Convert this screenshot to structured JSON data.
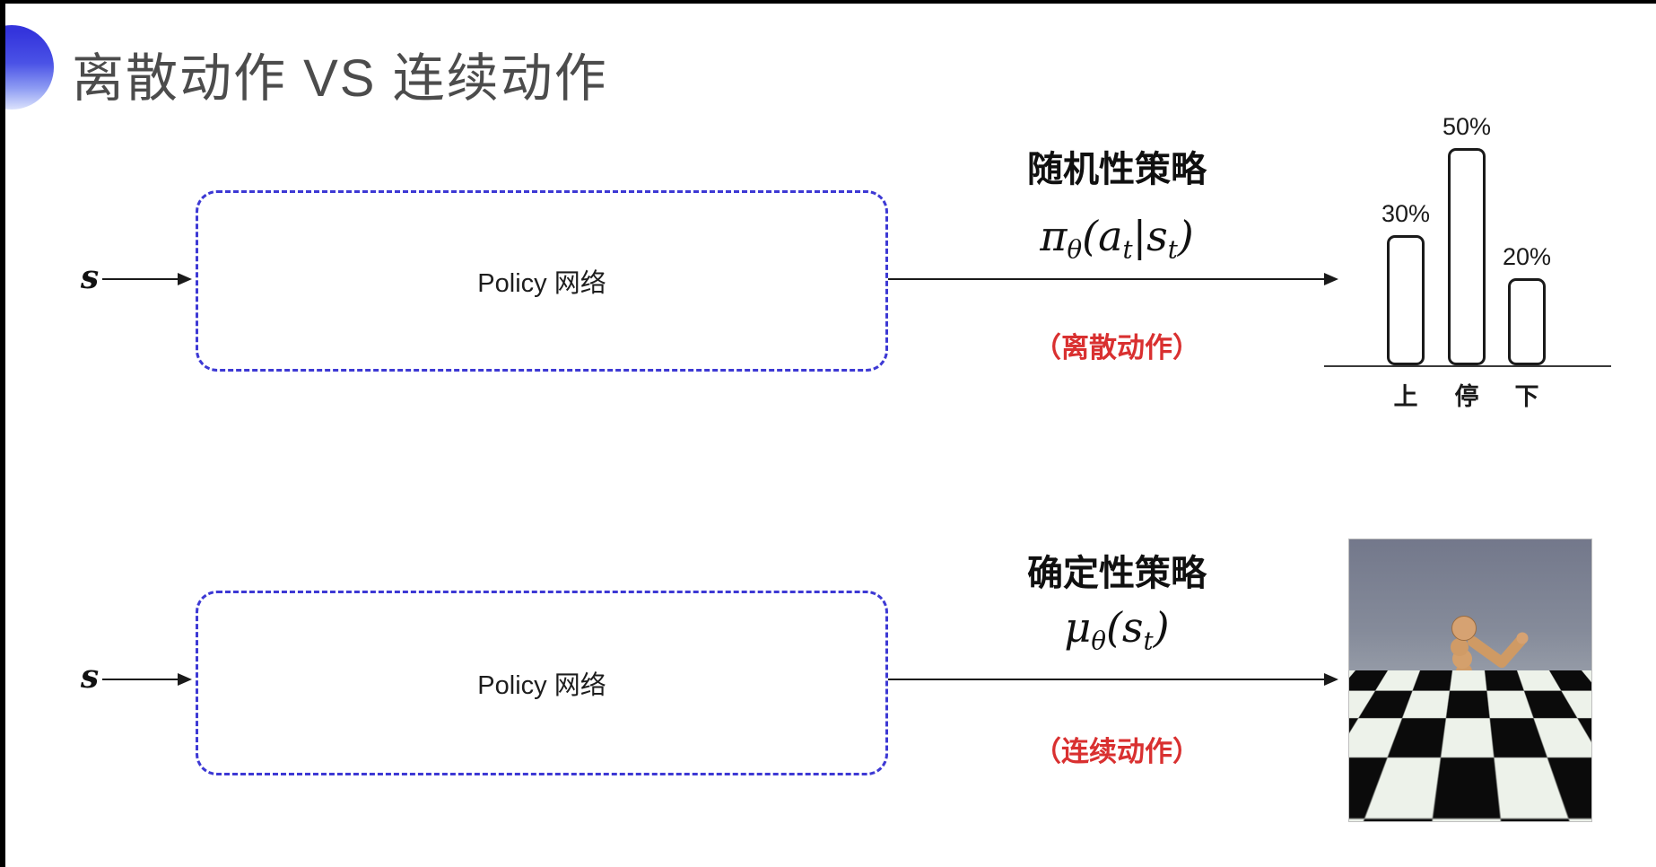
{
  "title": "离散动作 VS 连续动作",
  "rows": {
    "discrete": {
      "input_label": "s",
      "network_label": "Policy 网络",
      "policy_title": "随机性策略",
      "formula": {
        "lead": "π",
        "lead_sub": "θ",
        "open": "(",
        "a": "a",
        "a_sub": "t",
        "bar": "|",
        "s": "s",
        "s_sub": "t",
        "close": ")"
      },
      "action_note": "（离散动作）"
    },
    "continuous": {
      "input_label": "s",
      "network_label": "Policy 网络",
      "policy_title": "确定性策略",
      "formula": {
        "lead": "μ",
        "lead_sub": "θ",
        "open": "(",
        "s": "s",
        "s_sub": "t",
        "close": ")"
      },
      "action_note": "（连续动作）"
    }
  },
  "chart_data": {
    "type": "bar",
    "categories": [
      "上",
      "停",
      "下"
    ],
    "values": [
      30,
      50,
      20
    ],
    "value_labels": [
      "30%",
      "50%",
      "20%"
    ],
    "title": "",
    "xlabel": "",
    "ylabel": "",
    "ylim": [
      0,
      60
    ],
    "grid": false,
    "legend_position": "none",
    "bar_fill": "#ffffff",
    "bar_border": "#1a1a1a"
  },
  "colors": {
    "accent_blue": "#3434dc",
    "box_border_blue": "#3d39d4",
    "highlight_red": "#d93030",
    "title_gray": "#4c4c4c",
    "arrow_black": "#1a1a1a",
    "sim_sky": "#858b9a",
    "sim_floor_light": "#edf2ea",
    "sim_floor_dark": "#0b0b0b",
    "sim_body_tan": "#d09b66"
  }
}
